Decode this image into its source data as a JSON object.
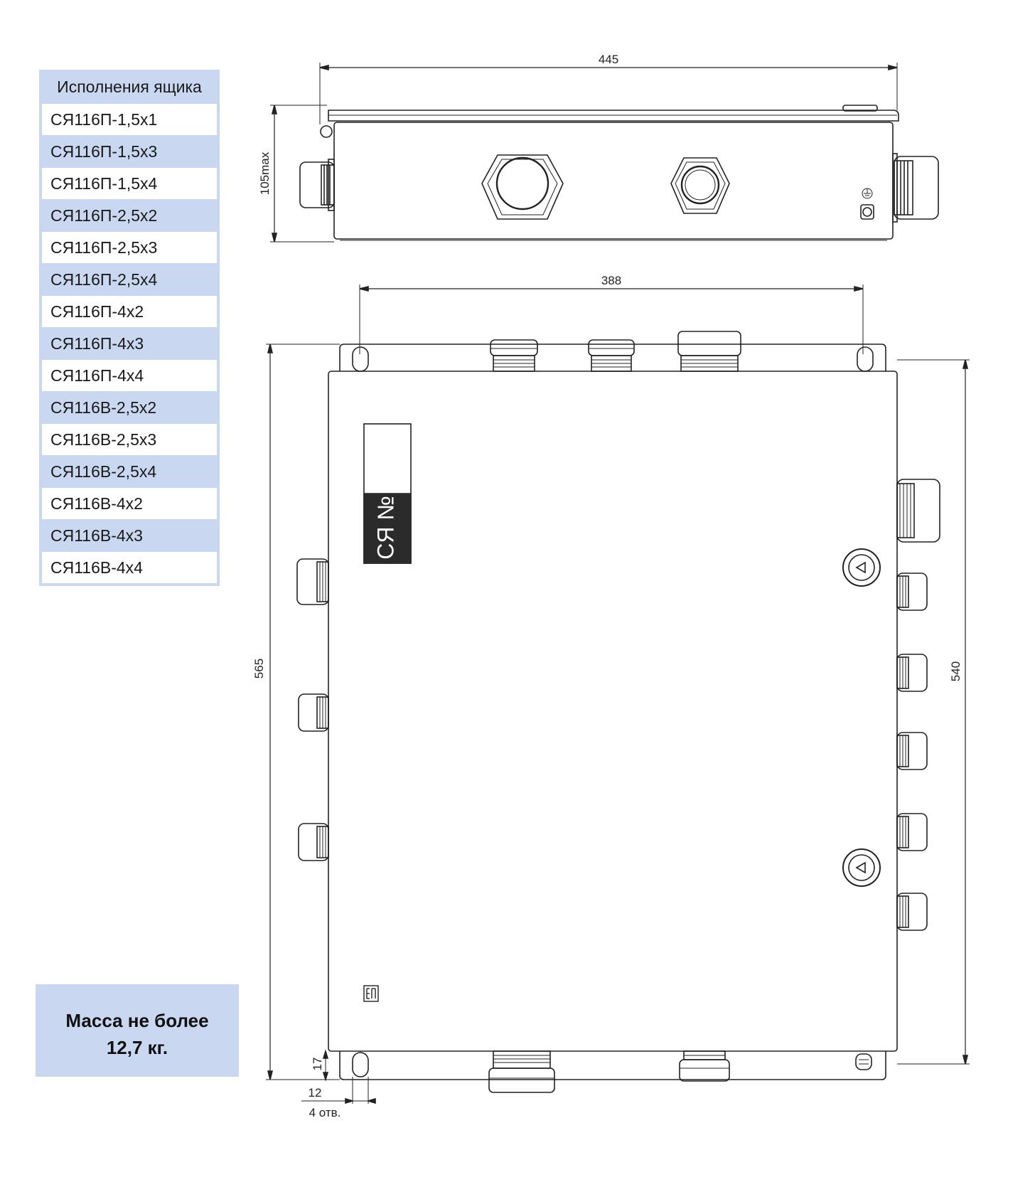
{
  "variants": {
    "header": "Исполнения ящика",
    "items": [
      "СЯ116П-1,5х1",
      "СЯ116П-1,5х3",
      "СЯ116П-1,5х4",
      "СЯ116П-2,5х2",
      "СЯ116П-2,5х3",
      "СЯ116П-2,5х4",
      "СЯ116П-4х2",
      "СЯ116П-4х3",
      "СЯ116П-4х4",
      "СЯ116В-2,5х2",
      "СЯ116В-2,5х3",
      "СЯ116В-2,5х4",
      "СЯ116В-4х2",
      "СЯ116В-4х3",
      "СЯ116В-4х4"
    ]
  },
  "mass": {
    "line1": "Масса не более",
    "line2": "12,7 кг."
  },
  "dimensions": {
    "top_width": "445",
    "top_height": "105max",
    "hole_spacing": "388",
    "total_height": "565",
    "body_height": "540",
    "flange": "17",
    "hole_dia": "12",
    "holes_count": "4 отв."
  },
  "label_plate": {
    "text": "СЯ №"
  },
  "colors": {
    "panel_blue": "#c9d8f0",
    "line": "#222222",
    "plate_dark": "#2b2b2b"
  }
}
